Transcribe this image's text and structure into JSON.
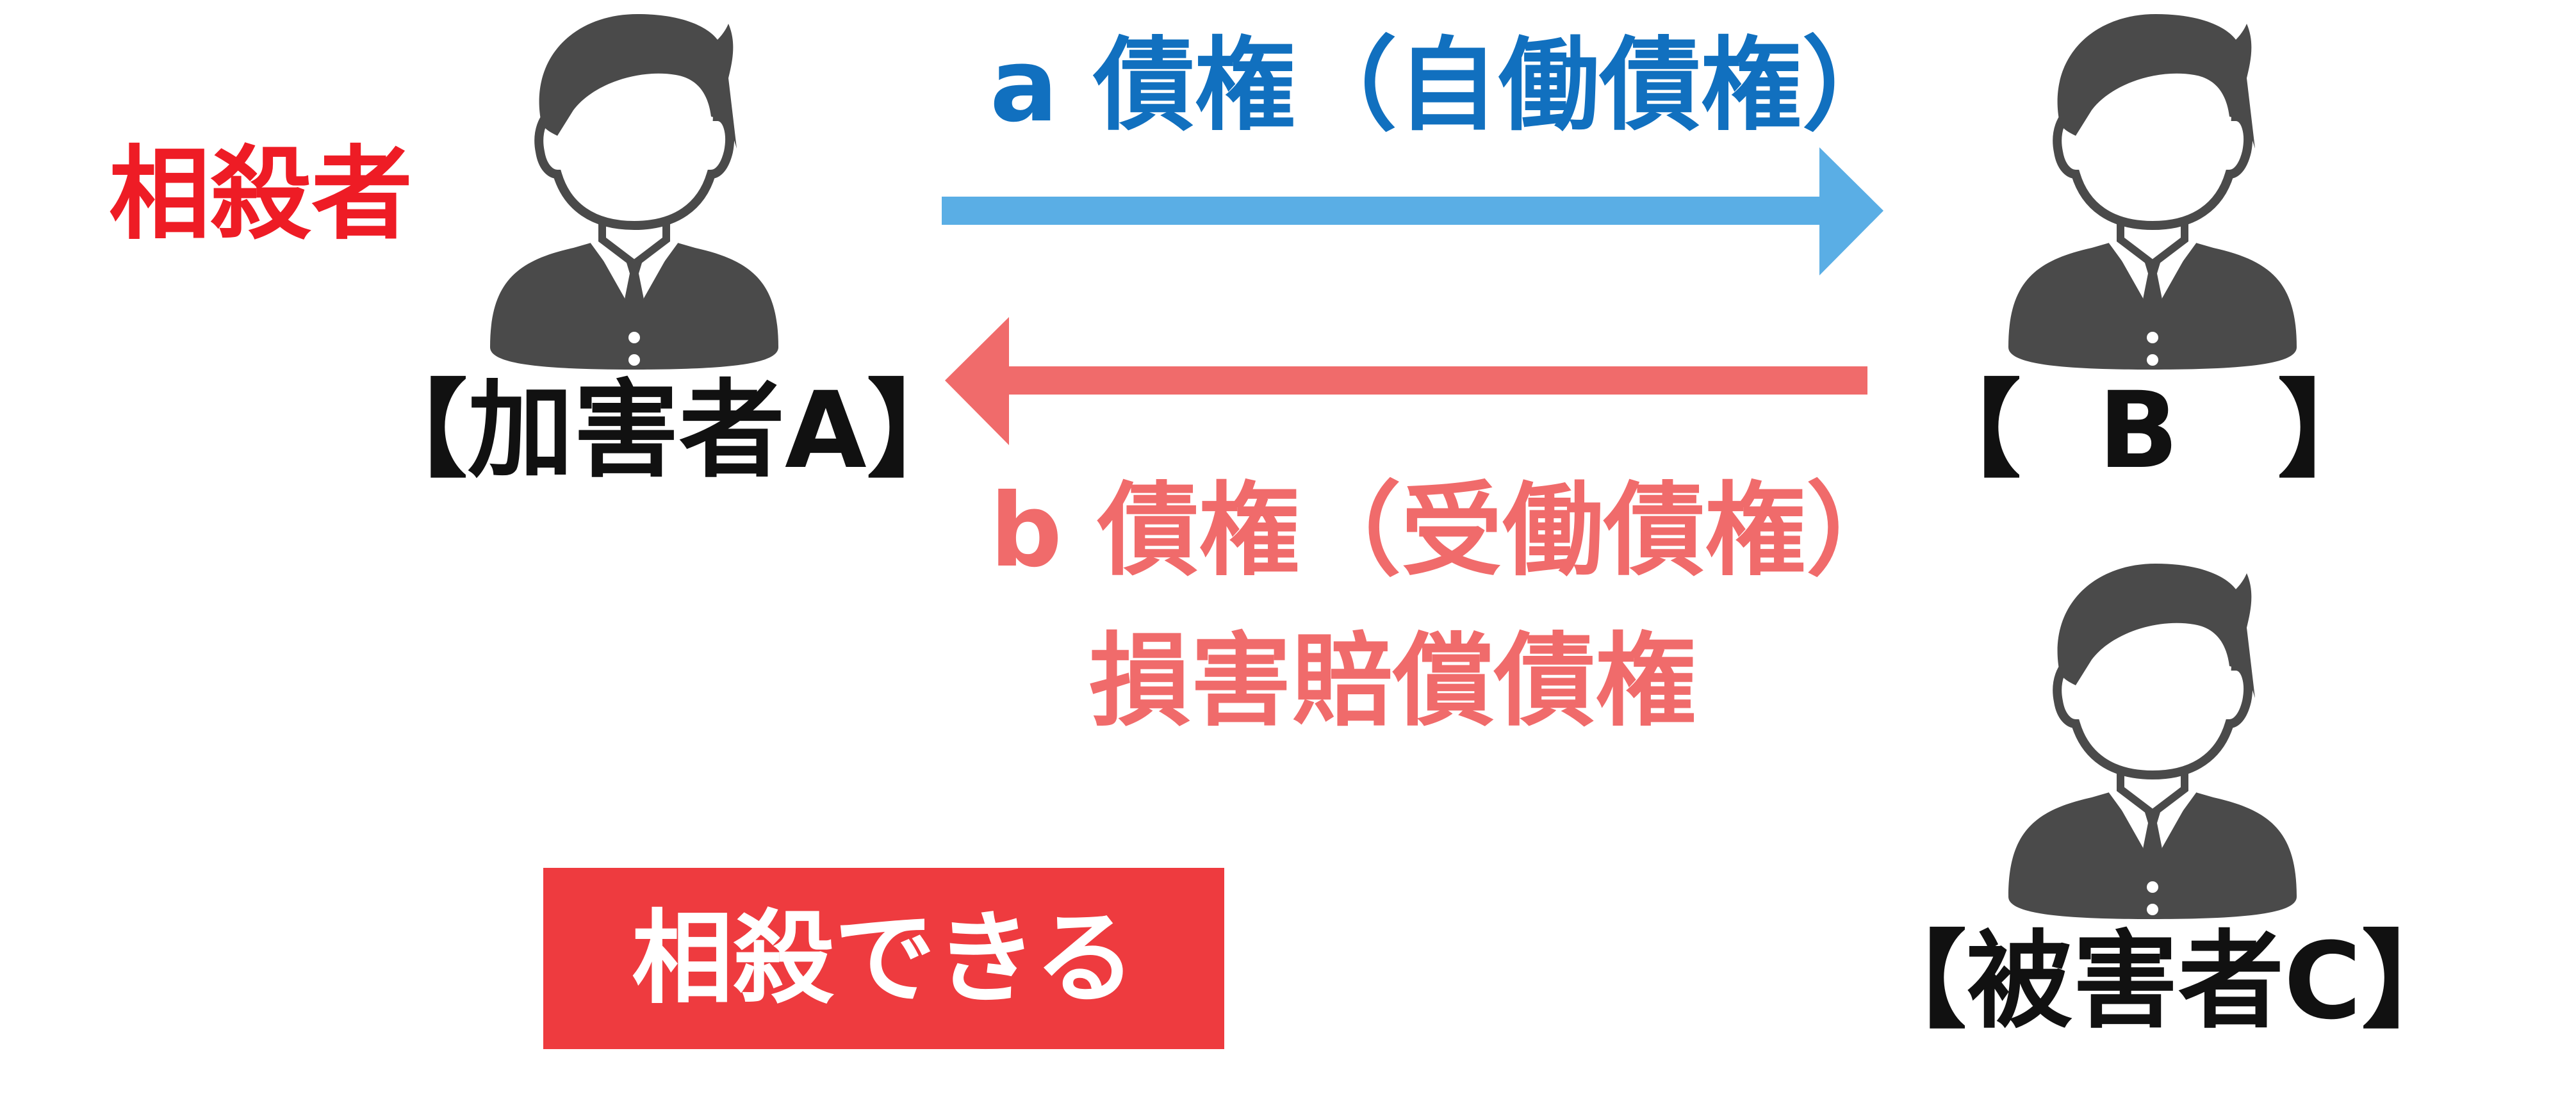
{
  "diagram": {
    "setoff_party_label": "相殺者",
    "claim_a_label": "a 債権（自働債権）",
    "claim_b_label": "b 債権（受働債権）",
    "claim_b_sublabel": "損害賠償債権",
    "party_a_label": "【加害者A】",
    "party_b_open_bracket": "【",
    "party_b_name": "B",
    "party_b_close_bracket": "】",
    "party_c_label": "【被害者C】",
    "result_label": "相殺できる",
    "icons": [
      "person-icon",
      "person-icon",
      "person-icon"
    ],
    "colors": {
      "claim_a": "#1170bf",
      "arrow_a": "#5aaee5",
      "claim_b": "#f06b6b",
      "arrow_b": "#f06b6b",
      "setoff_party": "#ee1c25",
      "result_box": "#ee3b3f",
      "person": "#4a4a4a"
    }
  }
}
